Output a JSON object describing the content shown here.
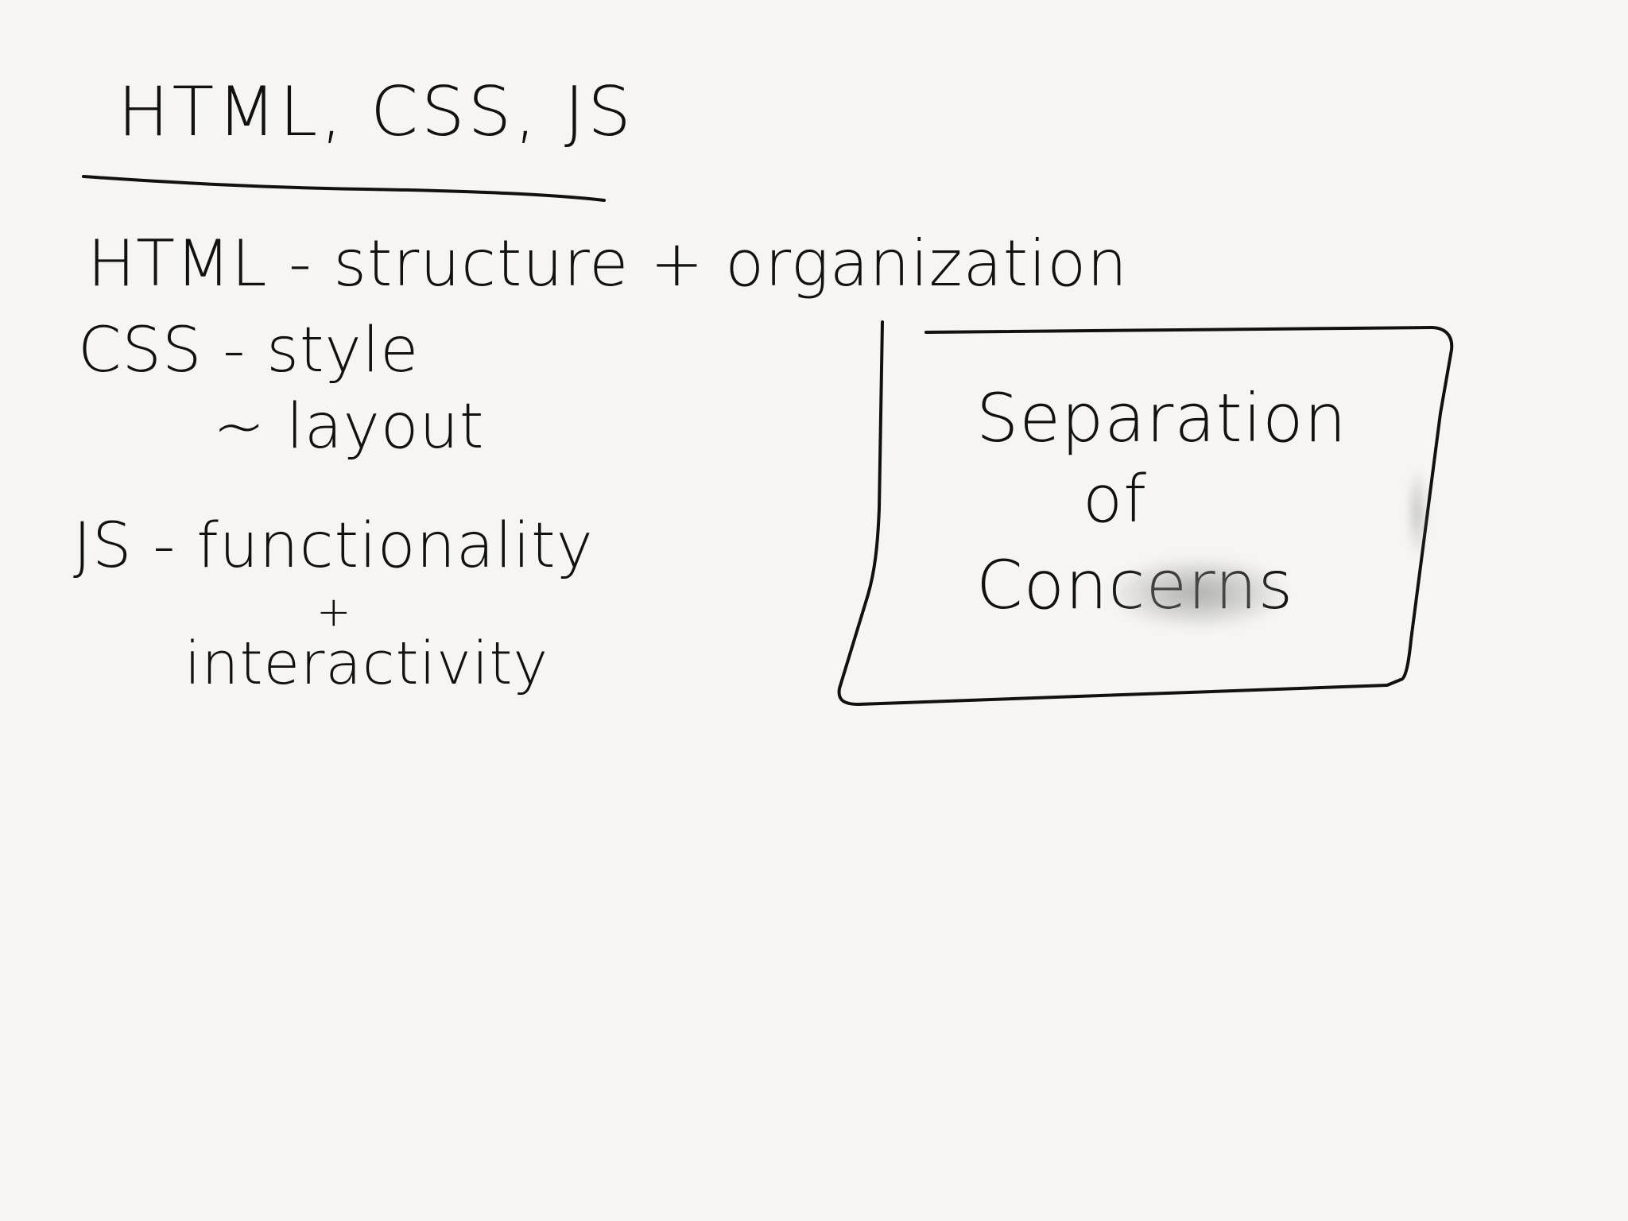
{
  "notes": {
    "title": "HTML, CSS, JS",
    "lines": [
      "HTML - structure + organization",
      "CSS - style",
      "~ layout",
      "JS - functionality",
      "+",
      "interactivity"
    ]
  },
  "callout_box": {
    "lines": [
      "Separation",
      "of",
      "Concerns"
    ]
  },
  "colors": {
    "background": "#f6f5f1",
    "ink": "#111111"
  }
}
